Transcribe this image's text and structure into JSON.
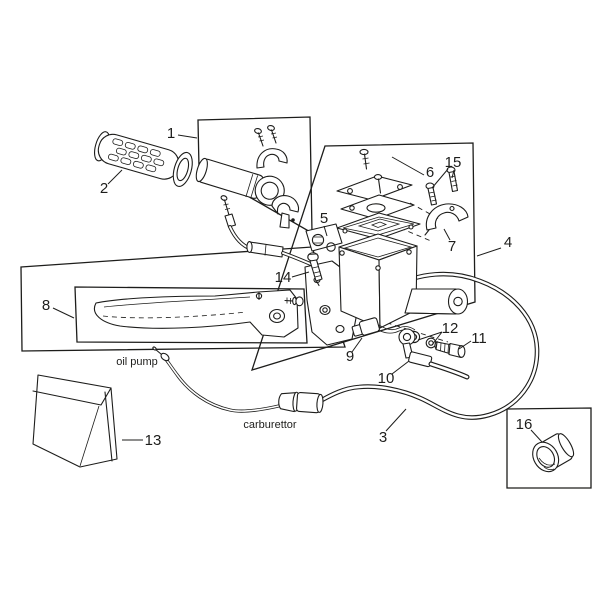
{
  "page": {
    "background": "#ffffff",
    "ink": "#1d1d1b"
  },
  "callouts": {
    "c1": "1",
    "c2": "2",
    "c3": "3",
    "c4": "4",
    "c5": "5",
    "c6": "6",
    "c7": "7",
    "c8": "8",
    "c9": "9",
    "c10": "10",
    "c11": "11",
    "c12": "12",
    "c13": "13",
    "c14": "14",
    "c15": "15",
    "c16": "16"
  },
  "annotations": {
    "oil_pump": "oil pump",
    "carburettor": "carburettor"
  }
}
